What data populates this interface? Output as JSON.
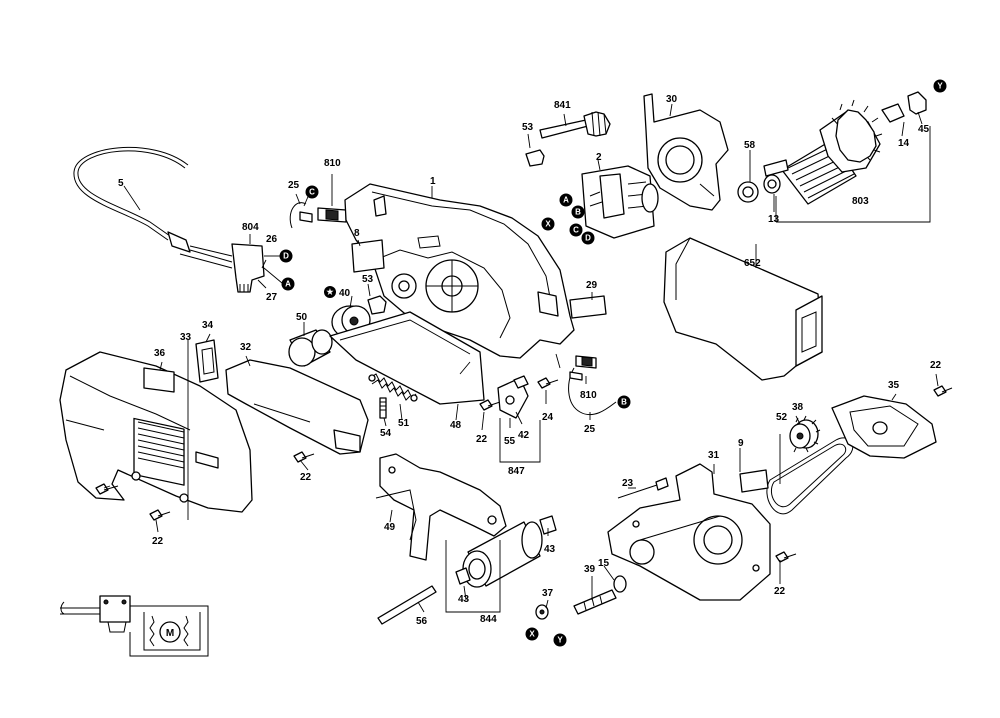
{
  "part_labels": {
    "p1": "1",
    "p2": "2",
    "p5": "5",
    "p8": "8",
    "p9": "9",
    "p13": "13",
    "p14": "14",
    "p15": "15",
    "p22a": "22",
    "p22b": "22",
    "p22c": "22",
    "p22d": "22",
    "p22e": "22",
    "p23": "23",
    "p24": "24",
    "p25a": "25",
    "p25b": "25",
    "p26": "26",
    "p27": "27",
    "p29": "29",
    "p30": "30",
    "p31": "31",
    "p32": "32",
    "p33": "33",
    "p34": "34",
    "p35": "35",
    "p36": "36",
    "p37": "37",
    "p38": "38",
    "p39": "39",
    "p40": "40",
    "p42": "42",
    "p43a": "43",
    "p43b": "43",
    "p45": "45",
    "p48": "48",
    "p49": "49",
    "p50": "50",
    "p51": "51",
    "p52": "52",
    "p53a": "53",
    "p53b": "53",
    "p54": "54",
    "p55": "55",
    "p56": "56",
    "p58": "58",
    "p652": "652",
    "p803": "803",
    "p804": "804",
    "p810a": "810",
    "p810b": "810",
    "p841": "841",
    "p844": "844",
    "p847": "847"
  },
  "connection_markers": {
    "A": "A",
    "B": "B",
    "C": "C",
    "D": "D",
    "X": "X",
    "Y": "Y"
  },
  "symbols": {
    "star": "★"
  }
}
